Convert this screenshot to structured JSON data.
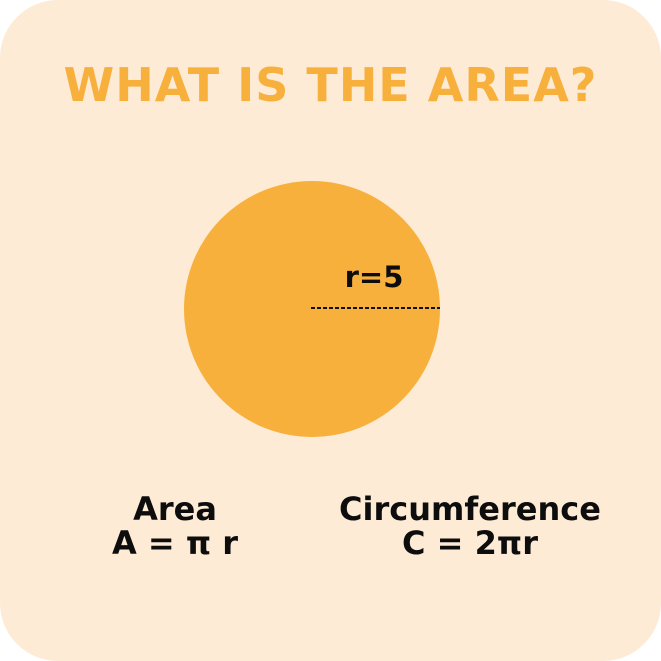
{
  "title": "WHAT IS THE AREA?",
  "colors": {
    "card_background": "#fdebd6",
    "accent": "#f8b03c",
    "circle_fill": "#f8b03c",
    "text": "#0d0d0d"
  },
  "circle": {
    "radius_label": "r=5",
    "radius_line_style": "dashed"
  },
  "formulas": {
    "area": {
      "heading": "Area",
      "expression": "A = π r"
    },
    "circumference": {
      "heading": "Circumference",
      "expression": "C = 2πr"
    }
  }
}
